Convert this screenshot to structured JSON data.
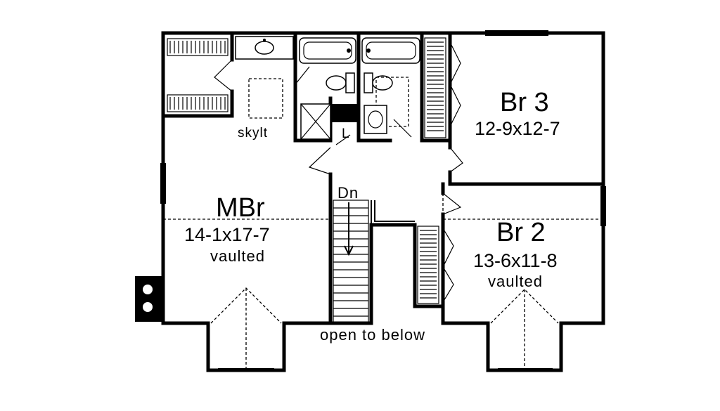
{
  "labels": {
    "mbr_name": "MBr",
    "mbr_size": "14-1x17-7",
    "mbr_note": "vaulted",
    "br3_name": "Br 3",
    "br3_size": "12-9x12-7",
    "br2_name": "Br 2",
    "br2_size": "13-6x11-8",
    "br2_note": "vaulted",
    "skylight": "skylt",
    "linen": "L",
    "stair_dir": "Dn",
    "open": "open to below"
  }
}
